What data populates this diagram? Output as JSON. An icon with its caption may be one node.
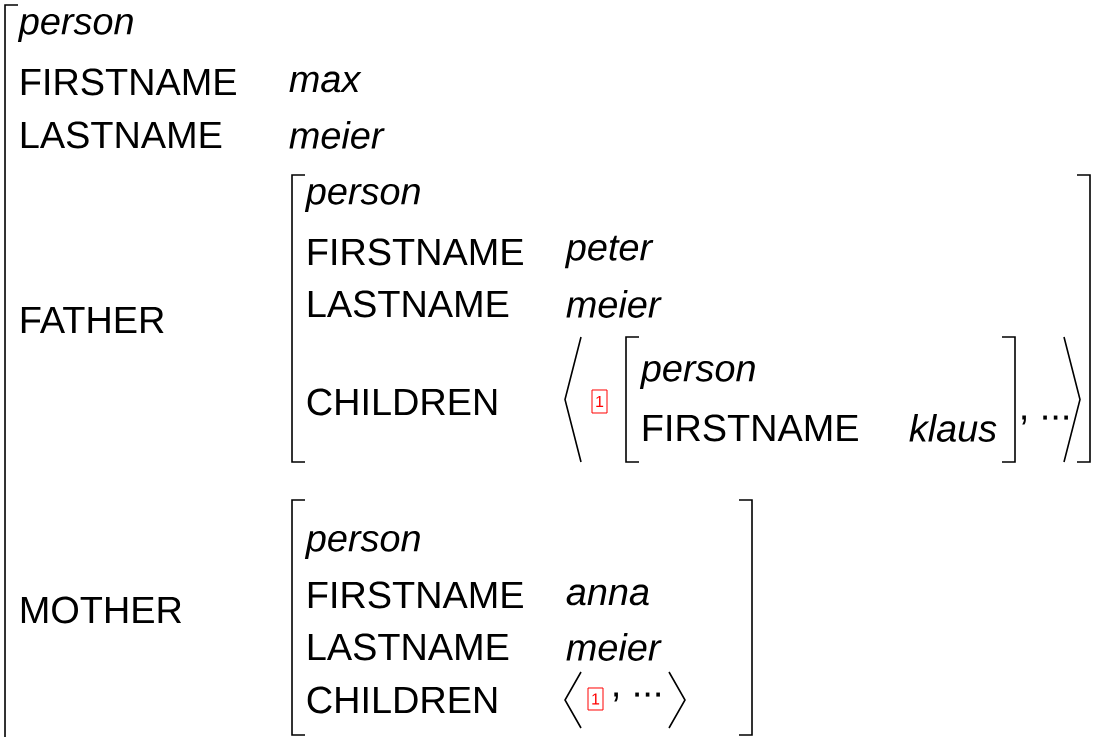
{
  "diagram": {
    "nodes": [
      {
        "text": [
          "person",
          "FIRSTNAME",
          "max",
          "LASTNAME",
          "meier",
          "FATHER",
          "MOTHER"
        ]
      },
      {
        "text": [
          "person",
          "FIRSTNAME",
          "peter",
          "LASTNAME",
          "meier",
          "CHILDREN"
        ]
      },
      {
        "text": [
          ", ..."
        ],
        "in": 1
      },
      {
        "text": [
          "1"
        ],
        "in": 2
      },
      {
        "text": [
          "person",
          "FIRSTNAME",
          "klaus"
        ],
        "in": 2
      },
      {
        "text": [
          "person",
          "FIRSTNAME",
          "anna",
          "LASTNAME",
          "meier",
          "CHILDREN"
        ]
      },
      {
        "text": [
          ", ..."
        ],
        "in": 5
      },
      {
        "text": [
          "1"
        ],
        "in": 6
      }
    ]
  }
}
